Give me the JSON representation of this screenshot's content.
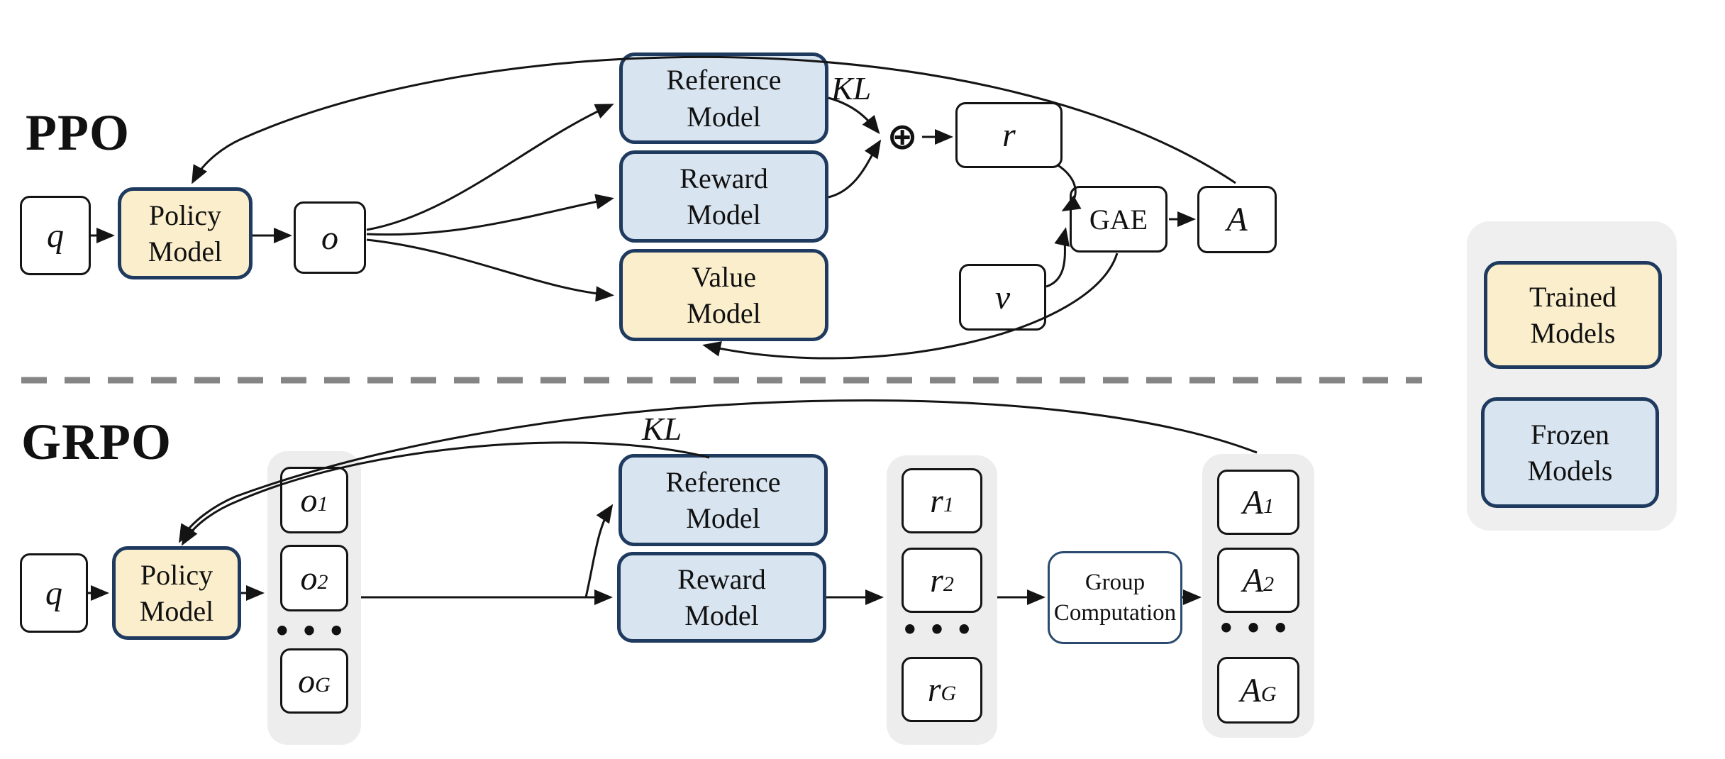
{
  "ppo": {
    "title": "PPO",
    "q": {
      "base": "q"
    },
    "policy": {
      "line1": "Policy",
      "line2": "Model"
    },
    "o": {
      "base": "o"
    },
    "reference": {
      "line1": "Reference",
      "line2": "Model"
    },
    "reward": {
      "line1": "Reward",
      "line2": "Model"
    },
    "value": {
      "line1": "Value",
      "line2": "Model"
    },
    "kl": "KL",
    "oplus": "⊕",
    "r": {
      "base": "r"
    },
    "v": {
      "base": "v"
    },
    "gae": "GAE",
    "a": {
      "base": "A"
    }
  },
  "grpo": {
    "title": "GRPO",
    "q": {
      "base": "q"
    },
    "policy": {
      "line1": "Policy",
      "line2": "Model"
    },
    "kl": "KL",
    "reference": {
      "line1": "Reference",
      "line2": "Model"
    },
    "reward": {
      "line1": "Reward",
      "line2": "Model"
    },
    "group_computation": {
      "line1": "Group",
      "line2": "Computation"
    },
    "outputs": [
      {
        "base": "o",
        "sub": "1"
      },
      {
        "base": "o",
        "sub": "2"
      },
      {
        "base": "o",
        "sub": "G"
      }
    ],
    "rewards": [
      {
        "base": "r",
        "sub": "1"
      },
      {
        "base": "r",
        "sub": "2"
      },
      {
        "base": "r",
        "sub": "G"
      }
    ],
    "advantages": [
      {
        "base": "A",
        "sub": "1"
      },
      {
        "base": "A",
        "sub": "2"
      },
      {
        "base": "A",
        "sub": "G"
      }
    ],
    "ellipsis": "•••"
  },
  "legend": {
    "trained": {
      "line1": "Trained",
      "line2": "Models"
    },
    "frozen": {
      "line1": "Frozen",
      "line2": "Models"
    }
  },
  "colors": {
    "trained_fill": "#FBEECC",
    "frozen_fill": "#D8E4F0",
    "model_border": "#1F3A5F",
    "plain_border": "#141414",
    "column_bg": "#EDEDED",
    "divider": "#858585"
  }
}
